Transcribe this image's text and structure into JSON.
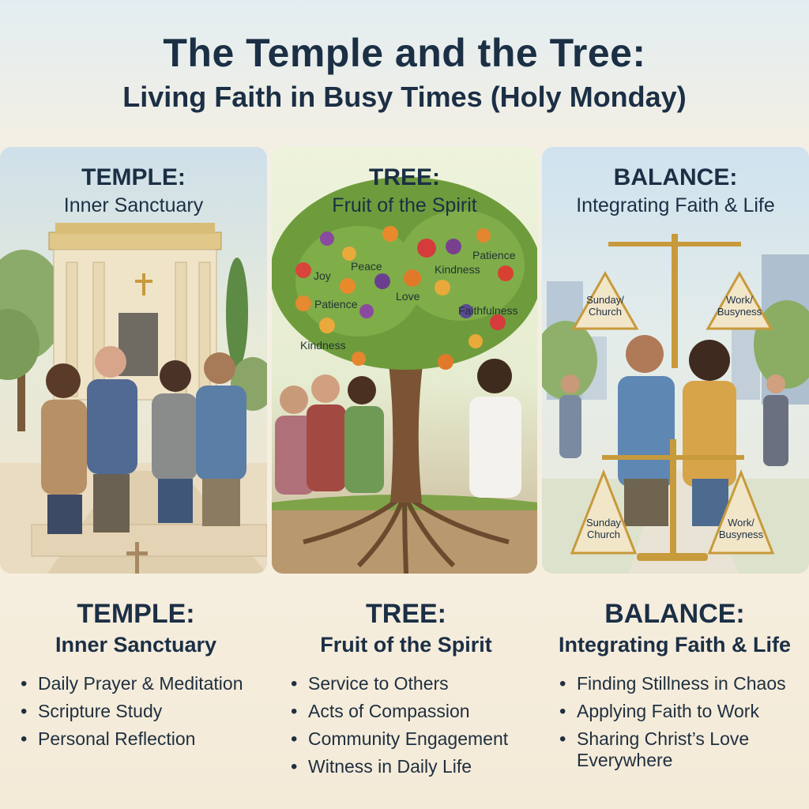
{
  "title": {
    "line1": "The Temple and the Tree:",
    "line2": "Living Faith in Busy Times (Holy Monday)"
  },
  "panels": {
    "temple": {
      "heading": "TEMPLE:",
      "subheading": "Inner Sanctuary"
    },
    "tree": {
      "heading": "TREE:",
      "subheading": "Fruit of the Spirit",
      "fruit_words": [
        "Joy",
        "Peace",
        "Love",
        "Kindness",
        "Patience",
        "Faithfulness",
        "Patience",
        "Kindness"
      ]
    },
    "balance": {
      "heading": "BALANCE:",
      "subheading": "Integrating Faith & Life",
      "scale_top_left": "Sunday/\nChurch",
      "scale_top_right": "Work/\nBusyness",
      "scale_bottom_left": "Sunday\nChurch",
      "scale_bottom_right": "Work/\nBusyness"
    }
  },
  "columns": {
    "temple": {
      "heading": "TEMPLE:",
      "subheading": "Inner Sanctuary",
      "items": [
        "Daily Prayer & Meditation",
        "Scripture Study",
        "Personal Reflection"
      ]
    },
    "tree": {
      "heading": "TREE:",
      "subheading": "Fruit of the Spirit",
      "items": [
        "Service to Others",
        "Acts of Compassion",
        "Community Engagement",
        "Witness in Daily Life"
      ]
    },
    "balance": {
      "heading": "BALANCE:",
      "subheading": "Integrating Faith & Life",
      "items": [
        "Finding Stillness in Chaos",
        "Applying Faith to Work",
        "Sharing Christ’s Love Everywhere"
      ]
    }
  },
  "colors": {
    "heading": "#1b2f45",
    "gold": "#c79a3c",
    "leaf": "#6e9c3c",
    "trunk": "#7a5434"
  }
}
